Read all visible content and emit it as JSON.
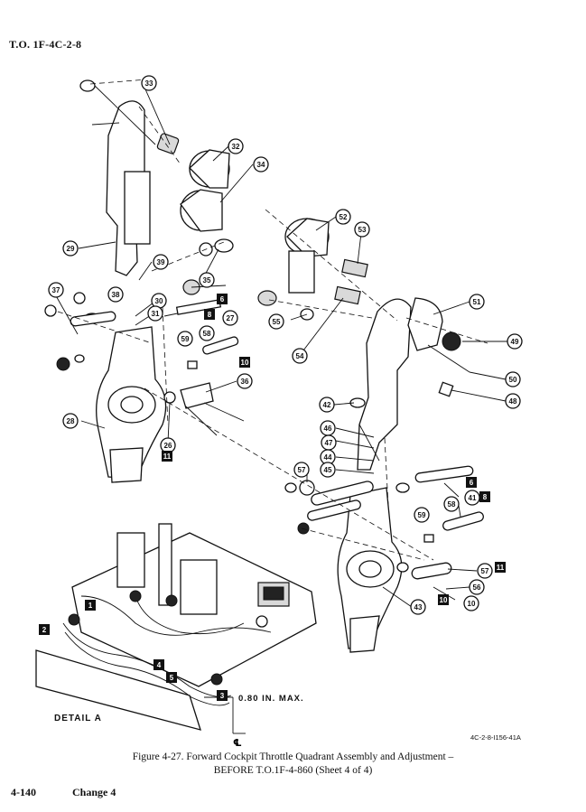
{
  "header": {
    "doc_id": "T.O. 1F-4C-2-8"
  },
  "figure": {
    "caption_line1": "Figure 4-27. Forward Cockpit Throttle Quadrant Assembly and Adjustment –",
    "caption_line2": "BEFORE T.O.1F-4-860 (Sheet 4 of 4)",
    "drawing_code": "4C-2-8-I156-41A"
  },
  "footer": {
    "page_number": "4-140",
    "change": "Change 4"
  },
  "detail": {
    "label": "DETAIL A",
    "dimension": "0.80 IN. MAX.",
    "centerline": "℄"
  },
  "callouts": [
    "33",
    "32",
    "34",
    "29",
    "38",
    "39",
    "35",
    "30",
    "27",
    "31",
    "28",
    "37",
    "59",
    "58",
    "36",
    "26",
    "52",
    "53",
    "55",
    "54",
    "51",
    "49",
    "50",
    "48",
    "42",
    "46",
    "47",
    "44",
    "45",
    "57",
    "41",
    "58",
    "59",
    "57",
    "56",
    "10",
    "43"
  ],
  "flags": [
    "6",
    "8",
    "10",
    "11",
    "6",
    "8",
    "11",
    "10",
    "1",
    "2",
    "3",
    "4",
    "5"
  ]
}
